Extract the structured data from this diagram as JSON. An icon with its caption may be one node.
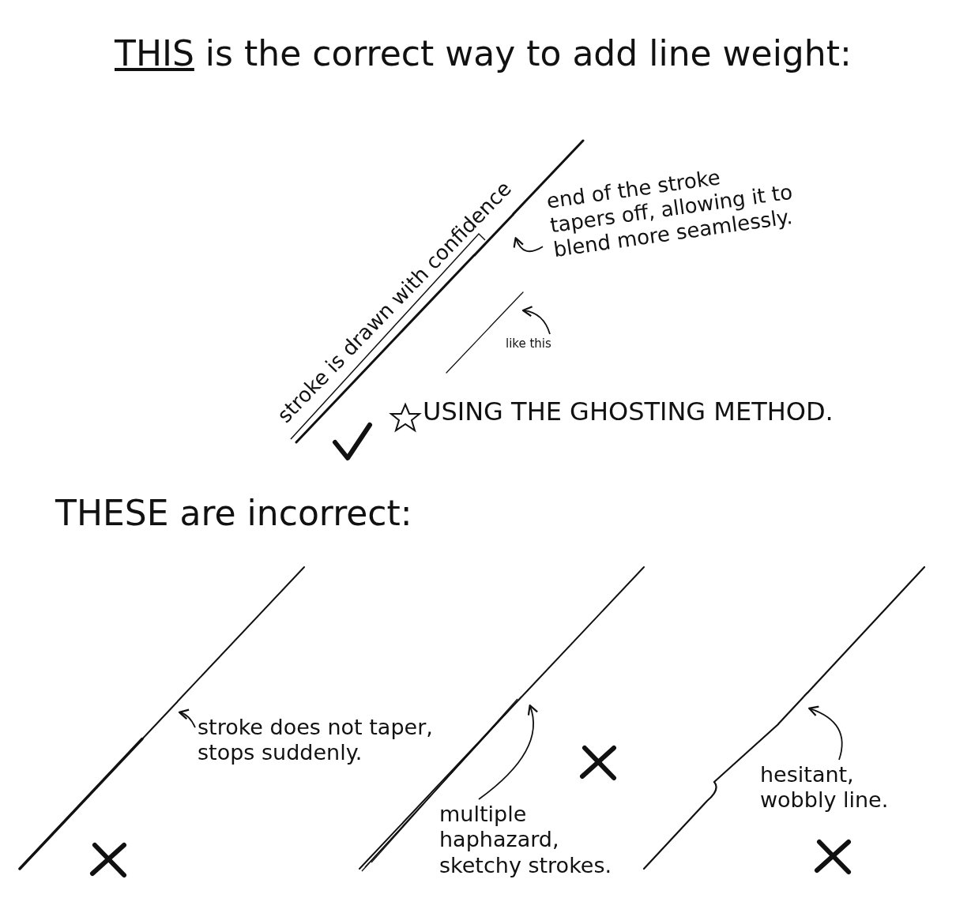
{
  "diagram": {
    "title": "THIS is the correct way to add line weight:",
    "nodes": [
      {
        "text": [
          "end of the stroke tapers off, allowing it to blend more seamlessly."
        ]
      },
      {
        "text": [],
        "shape": "picture"
      },
      {
        "text": [
          "like this"
        ]
      },
      {
        "text": [],
        "shape": "picture"
      },
      {
        "text": [
          "stroke does not taper, stops suddenly."
        ]
      },
      {
        "text": [],
        "shape": "picture"
      },
      {
        "text": [
          "multiple haphazard, sketchy strokes."
        ]
      },
      {
        "text": [],
        "shape": "picture"
      },
      {
        "text": [
          "hesitant, wobbly line."
        ]
      },
      {
        "text": [],
        "shape": "picture"
      }
    ],
    "edges": [
      {
        "from": 0,
        "to": 1,
        "arrow": "to"
      },
      {
        "from": 2,
        "to": 3,
        "arrow": "to"
      },
      {
        "from": 4,
        "to": 5,
        "arrow": "to"
      },
      {
        "from": 6,
        "to": 7,
        "arrow": "to"
      },
      {
        "from": 8,
        "to": 9,
        "arrow": "to"
      }
    ],
    "labels": [
      "stroke is drawn with confidence",
      "USING THE GHOSTING METHOD.",
      "THESE are incorrect:"
    ]
  }
}
